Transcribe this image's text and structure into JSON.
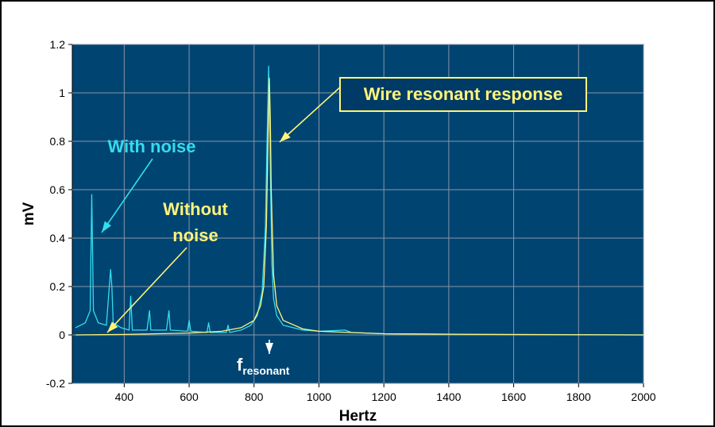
{
  "chart_data": {
    "type": "line",
    "xlabel": "Hertz",
    "ylabel": "mV",
    "xlim": [
      240,
      2000
    ],
    "ylim": [
      -0.2,
      1.2
    ],
    "x_ticks": [
      400,
      600,
      800,
      1000,
      1200,
      1400,
      1600,
      1800,
      2000
    ],
    "y_ticks": [
      -0.2,
      0,
      0.2,
      0.4,
      0.6,
      0.8,
      1,
      1.2
    ],
    "x_tick_labels": [
      "400",
      "600",
      "800",
      "1000",
      "1200",
      "1400",
      "1600",
      "1800",
      "2000"
    ],
    "y_tick_labels": [
      "-0.2",
      "0",
      "0.2",
      "0.4",
      "0.6",
      "0.8",
      "1",
      "1.2"
    ],
    "grid": true,
    "plot_background": "#004472",
    "series": [
      {
        "color": "#33ddee",
        "x": [
          250,
          280,
          295,
          300,
          305,
          320,
          345,
          358,
          362,
          366,
          390,
          415,
          420,
          425,
          470,
          478,
          482,
          530,
          538,
          542,
          595,
          600,
          605,
          655,
          660,
          665,
          715,
          720,
          725,
          760,
          790,
          810,
          825,
          835,
          840,
          845,
          850,
          855,
          860,
          870,
          890,
          950,
          1000,
          1080,
          1100,
          1200,
          1400,
          1600,
          1800,
          2000
        ],
        "y": [
          0.03,
          0.05,
          0.1,
          0.58,
          0.1,
          0.05,
          0.04,
          0.27,
          0.2,
          0.05,
          0.03,
          0.02,
          0.16,
          0.02,
          0.02,
          0.1,
          0.02,
          0.02,
          0.1,
          0.02,
          0.015,
          0.06,
          0.015,
          0.01,
          0.05,
          0.01,
          0.01,
          0.04,
          0.01,
          0.02,
          0.04,
          0.08,
          0.18,
          0.45,
          0.8,
          1.11,
          0.7,
          0.3,
          0.15,
          0.08,
          0.04,
          0.02,
          0.015,
          0.02,
          0.01,
          0.005,
          0.003,
          0.002,
          0.001,
          0.0
        ]
      },
      {
        "color": "#fff47a",
        "x": [
          250,
          400,
          600,
          700,
          760,
          800,
          820,
          830,
          838,
          843,
          847,
          850,
          853,
          860,
          870,
          890,
          950,
          1000,
          1200,
          1500,
          2000
        ],
        "y": [
          0.0,
          0.002,
          0.008,
          0.015,
          0.03,
          0.06,
          0.12,
          0.2,
          0.45,
          0.8,
          1.06,
          0.9,
          0.6,
          0.25,
          0.12,
          0.06,
          0.025,
          0.015,
          0.005,
          0.002,
          0.0
        ]
      }
    ],
    "annotations": [
      {
        "text": "With noise",
        "color": "#33ddee"
      },
      {
        "lines": [
          "Without",
          "noise"
        ],
        "color": "#fff47a"
      },
      {
        "text": "Wire resonant response",
        "color": "#fff47a",
        "box_border": "#fff47a",
        "box_fill": "#003a66"
      },
      {
        "main": "f",
        "sub": "resonant",
        "color": "#ffffff"
      }
    ]
  }
}
